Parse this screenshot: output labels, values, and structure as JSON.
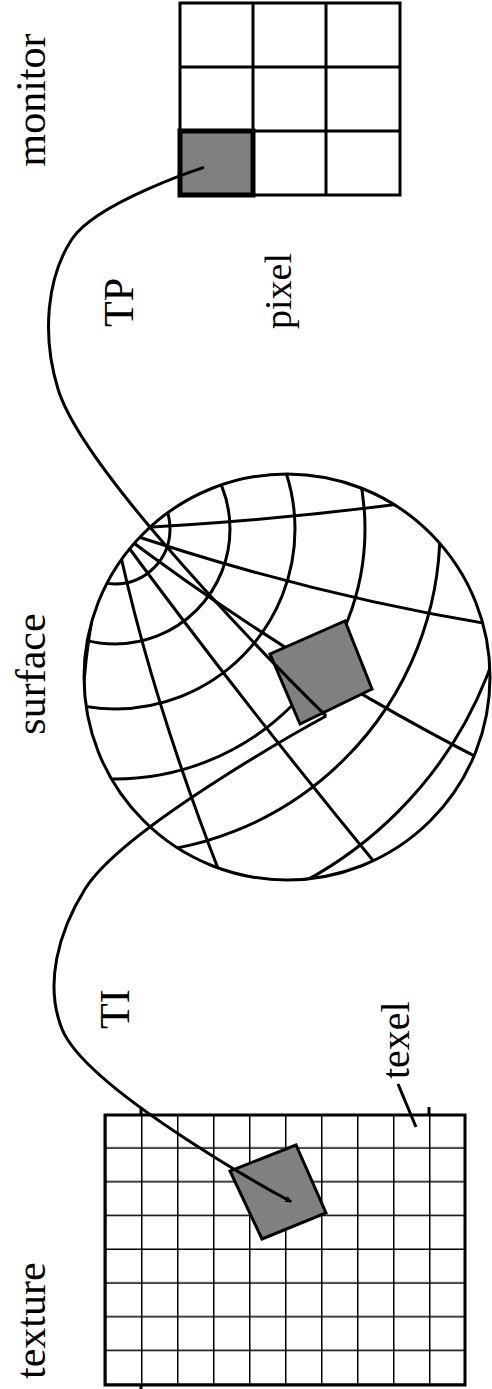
{
  "diagram": {
    "nodes": [
      {
        "text": [
          "texture"
        ]
      },
      {
        "text": [
          "surface"
        ]
      },
      {
        "text": [
          "monitor"
        ]
      }
    ],
    "edges": [
      {
        "from": 1,
        "to": 0,
        "arrow": "to",
        "label": "TI"
      },
      {
        "from": 2,
        "to": 1,
        "arrow": "to",
        "label": "TP"
      }
    ],
    "labels": [
      "texel",
      "pixel"
    ]
  }
}
